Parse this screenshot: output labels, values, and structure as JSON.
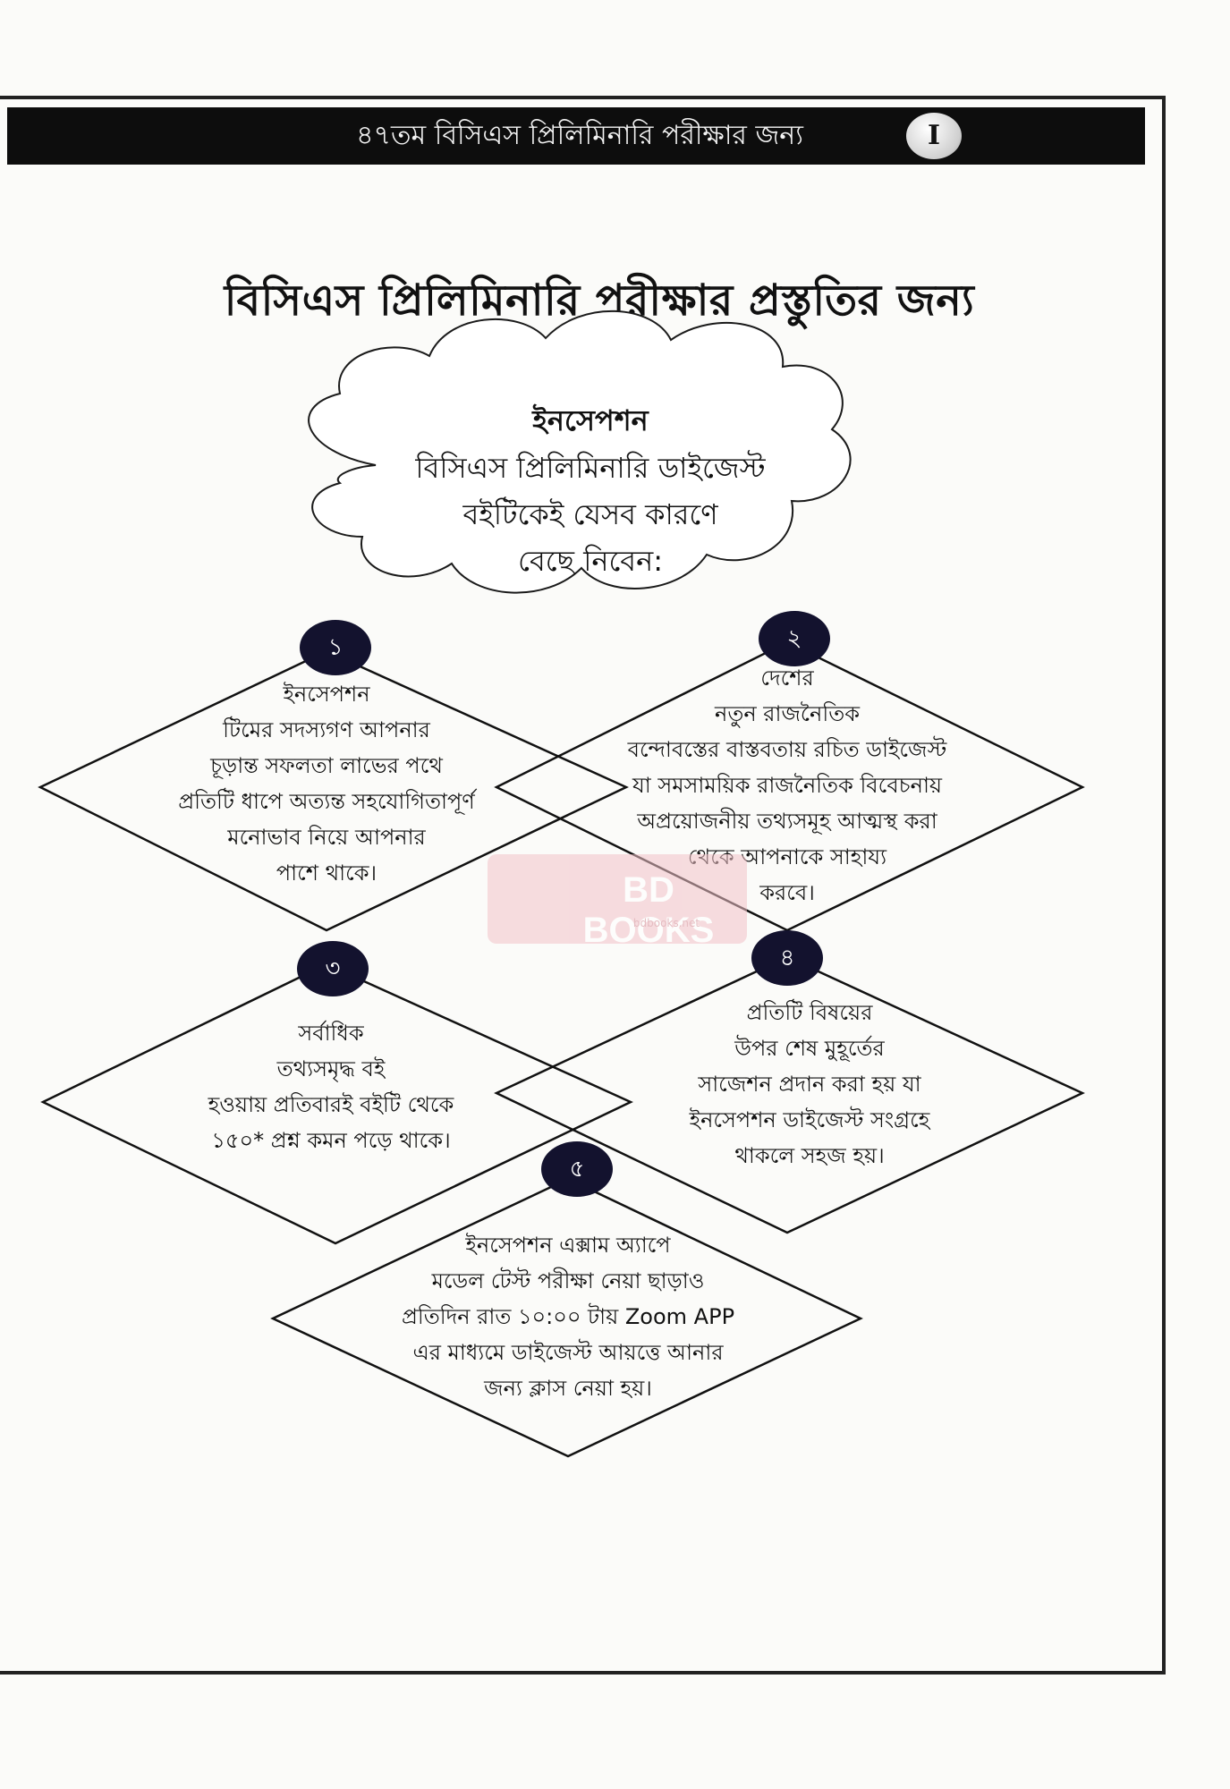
{
  "header": {
    "title": "৪৭তম বিসিএস প্রিলিমিনারি পরীক্ষার জন্য",
    "page_marker": "I"
  },
  "main_heading": "বিসিএস প্রিলিমিনারি পরীক্ষার প্রস্তুতির জন্য",
  "cloud": {
    "title": "ইনসেপশন",
    "lines": [
      "বিসিএস প্রিলিমিনারি ডাইজেস্ট",
      "বইটিকেই যেসব কারণে",
      "বেছে নিবেন:"
    ]
  },
  "cards": [
    {
      "number": "১",
      "lines": [
        "ইনসেপশন",
        "টিমের সদস্যগণ আপনার",
        "চূড়ান্ত সফলতা লাভের পথে",
        "প্রতিটি ধাপে অত্যন্ত সহযোগিতাপূর্ণ",
        "মনোভাব নিয়ে আপনার",
        "পাশে থাকে।"
      ]
    },
    {
      "number": "২",
      "lines": [
        "দেশের",
        "নতুন রাজনৈতিক",
        "বন্দোবস্তের বাস্তবতায় রচিত ডাইজেস্ট",
        "যা সমসাময়িক রাজনৈতিক বিবেচনায়",
        "অপ্রয়োজনীয় তথ্যসমূহ আত্মস্থ করা",
        "থেকে আপনাকে সাহায্য",
        "করবে।"
      ]
    },
    {
      "number": "৩",
      "lines": [
        "সর্বাধিক",
        "তথ্যসমৃদ্ধ বই",
        "হওয়ায় প্রতিবারই বইটি থেকে",
        "১৫০* প্রশ্ন কমন পড়ে থাকে।"
      ]
    },
    {
      "number": "৪",
      "lines": [
        "প্রতিটি বিষয়ের",
        "উপর শেষ মুহূর্তের",
        "সাজেশন প্রদান করা হয় যা",
        "ইনসেপশন ডাইজেস্ট সংগ্রহে",
        "থাকলে সহজ হয়।"
      ]
    },
    {
      "number": "৫",
      "lines": [
        "ইনসেপশন এক্সাম অ্যাপে",
        "মডেল টেস্ট পরীক্ষা নেয়া ছাড়াও",
        "প্রতিদিন রাত ১০:০০ টায় Zoom APP",
        "এর মাধ্যমে ডাইজেস্ট আয়ত্তে আনার",
        "জন্য ক্লাস নেয়া হয়।"
      ]
    }
  ],
  "watermark": {
    "text": "BD BOOKS",
    "subtext": "bdbooks.net"
  }
}
